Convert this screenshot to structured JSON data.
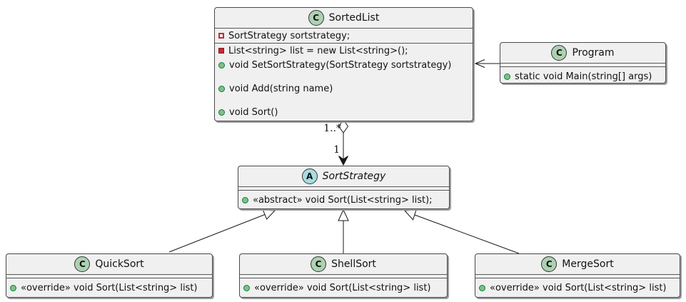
{
  "diagram": {
    "kind": "uml-class-diagram",
    "background": "#FFFFFF"
  },
  "colors": {
    "box_fill": "#F0F0F0",
    "box_border": "#4A4A4A",
    "class_circle_fill": "#ADD1B2",
    "abstract_circle_fill": "#A9DCDF",
    "private_red": "#C82930",
    "public_green_fill": "#84BE84",
    "public_green_border": "#038048",
    "edge_color": "#181818"
  },
  "classes": {
    "sortedlist": {
      "stereotype": "C",
      "name": "SortedList",
      "fields": [
        {
          "icon": "private-field-hollow-square-icon",
          "text": "SortStrategy sortstrategy;"
        }
      ],
      "methods": [
        {
          "icon": "private-field-square-icon",
          "text": "List<string> list = new List<string>();"
        },
        {
          "icon": "public-method-circle-icon",
          "text": "void SetSortStrategy(SortStrategy sortstrategy)"
        },
        {
          "icon": "public-method-circle-icon",
          "text": "void Add(string name)"
        },
        {
          "icon": "public-method-circle-icon",
          "text": "void Sort()"
        }
      ]
    },
    "program": {
      "stereotype": "C",
      "name": "Program",
      "methods": [
        {
          "icon": "public-method-circle-icon",
          "text": "static void Main(string[] args)"
        }
      ]
    },
    "sortstrategy": {
      "stereotype": "A",
      "name": "SortStrategy",
      "methods": [
        {
          "icon": "public-method-circle-icon",
          "text": "«abstract» void Sort(List<string> list);"
        }
      ]
    },
    "quicksort": {
      "stereotype": "C",
      "name": "QuickSort",
      "methods": [
        {
          "icon": "public-method-circle-icon",
          "text": "«override» void Sort(List<string> list)"
        }
      ]
    },
    "shellsort": {
      "stereotype": "C",
      "name": "ShellSort",
      "methods": [
        {
          "icon": "public-method-circle-icon",
          "text": "«override» void Sort(List<string> list)"
        }
      ]
    },
    "mergesort": {
      "stereotype": "C",
      "name": "MergeSort",
      "methods": [
        {
          "icon": "public-method-circle-icon",
          "text": "«override» void Sort(List<string> list)"
        }
      ]
    }
  },
  "edges": {
    "aggregation": {
      "from": "SortedList",
      "to": "SortStrategy",
      "source_label": "1..*",
      "target_label": "1"
    },
    "dependency": {
      "from": "Program",
      "to": "SortedList"
    },
    "inheritance": [
      {
        "from": "QuickSort",
        "to": "SortStrategy"
      },
      {
        "from": "ShellSort",
        "to": "SortStrategy"
      },
      {
        "from": "MergeSort",
        "to": "SortStrategy"
      }
    ]
  }
}
